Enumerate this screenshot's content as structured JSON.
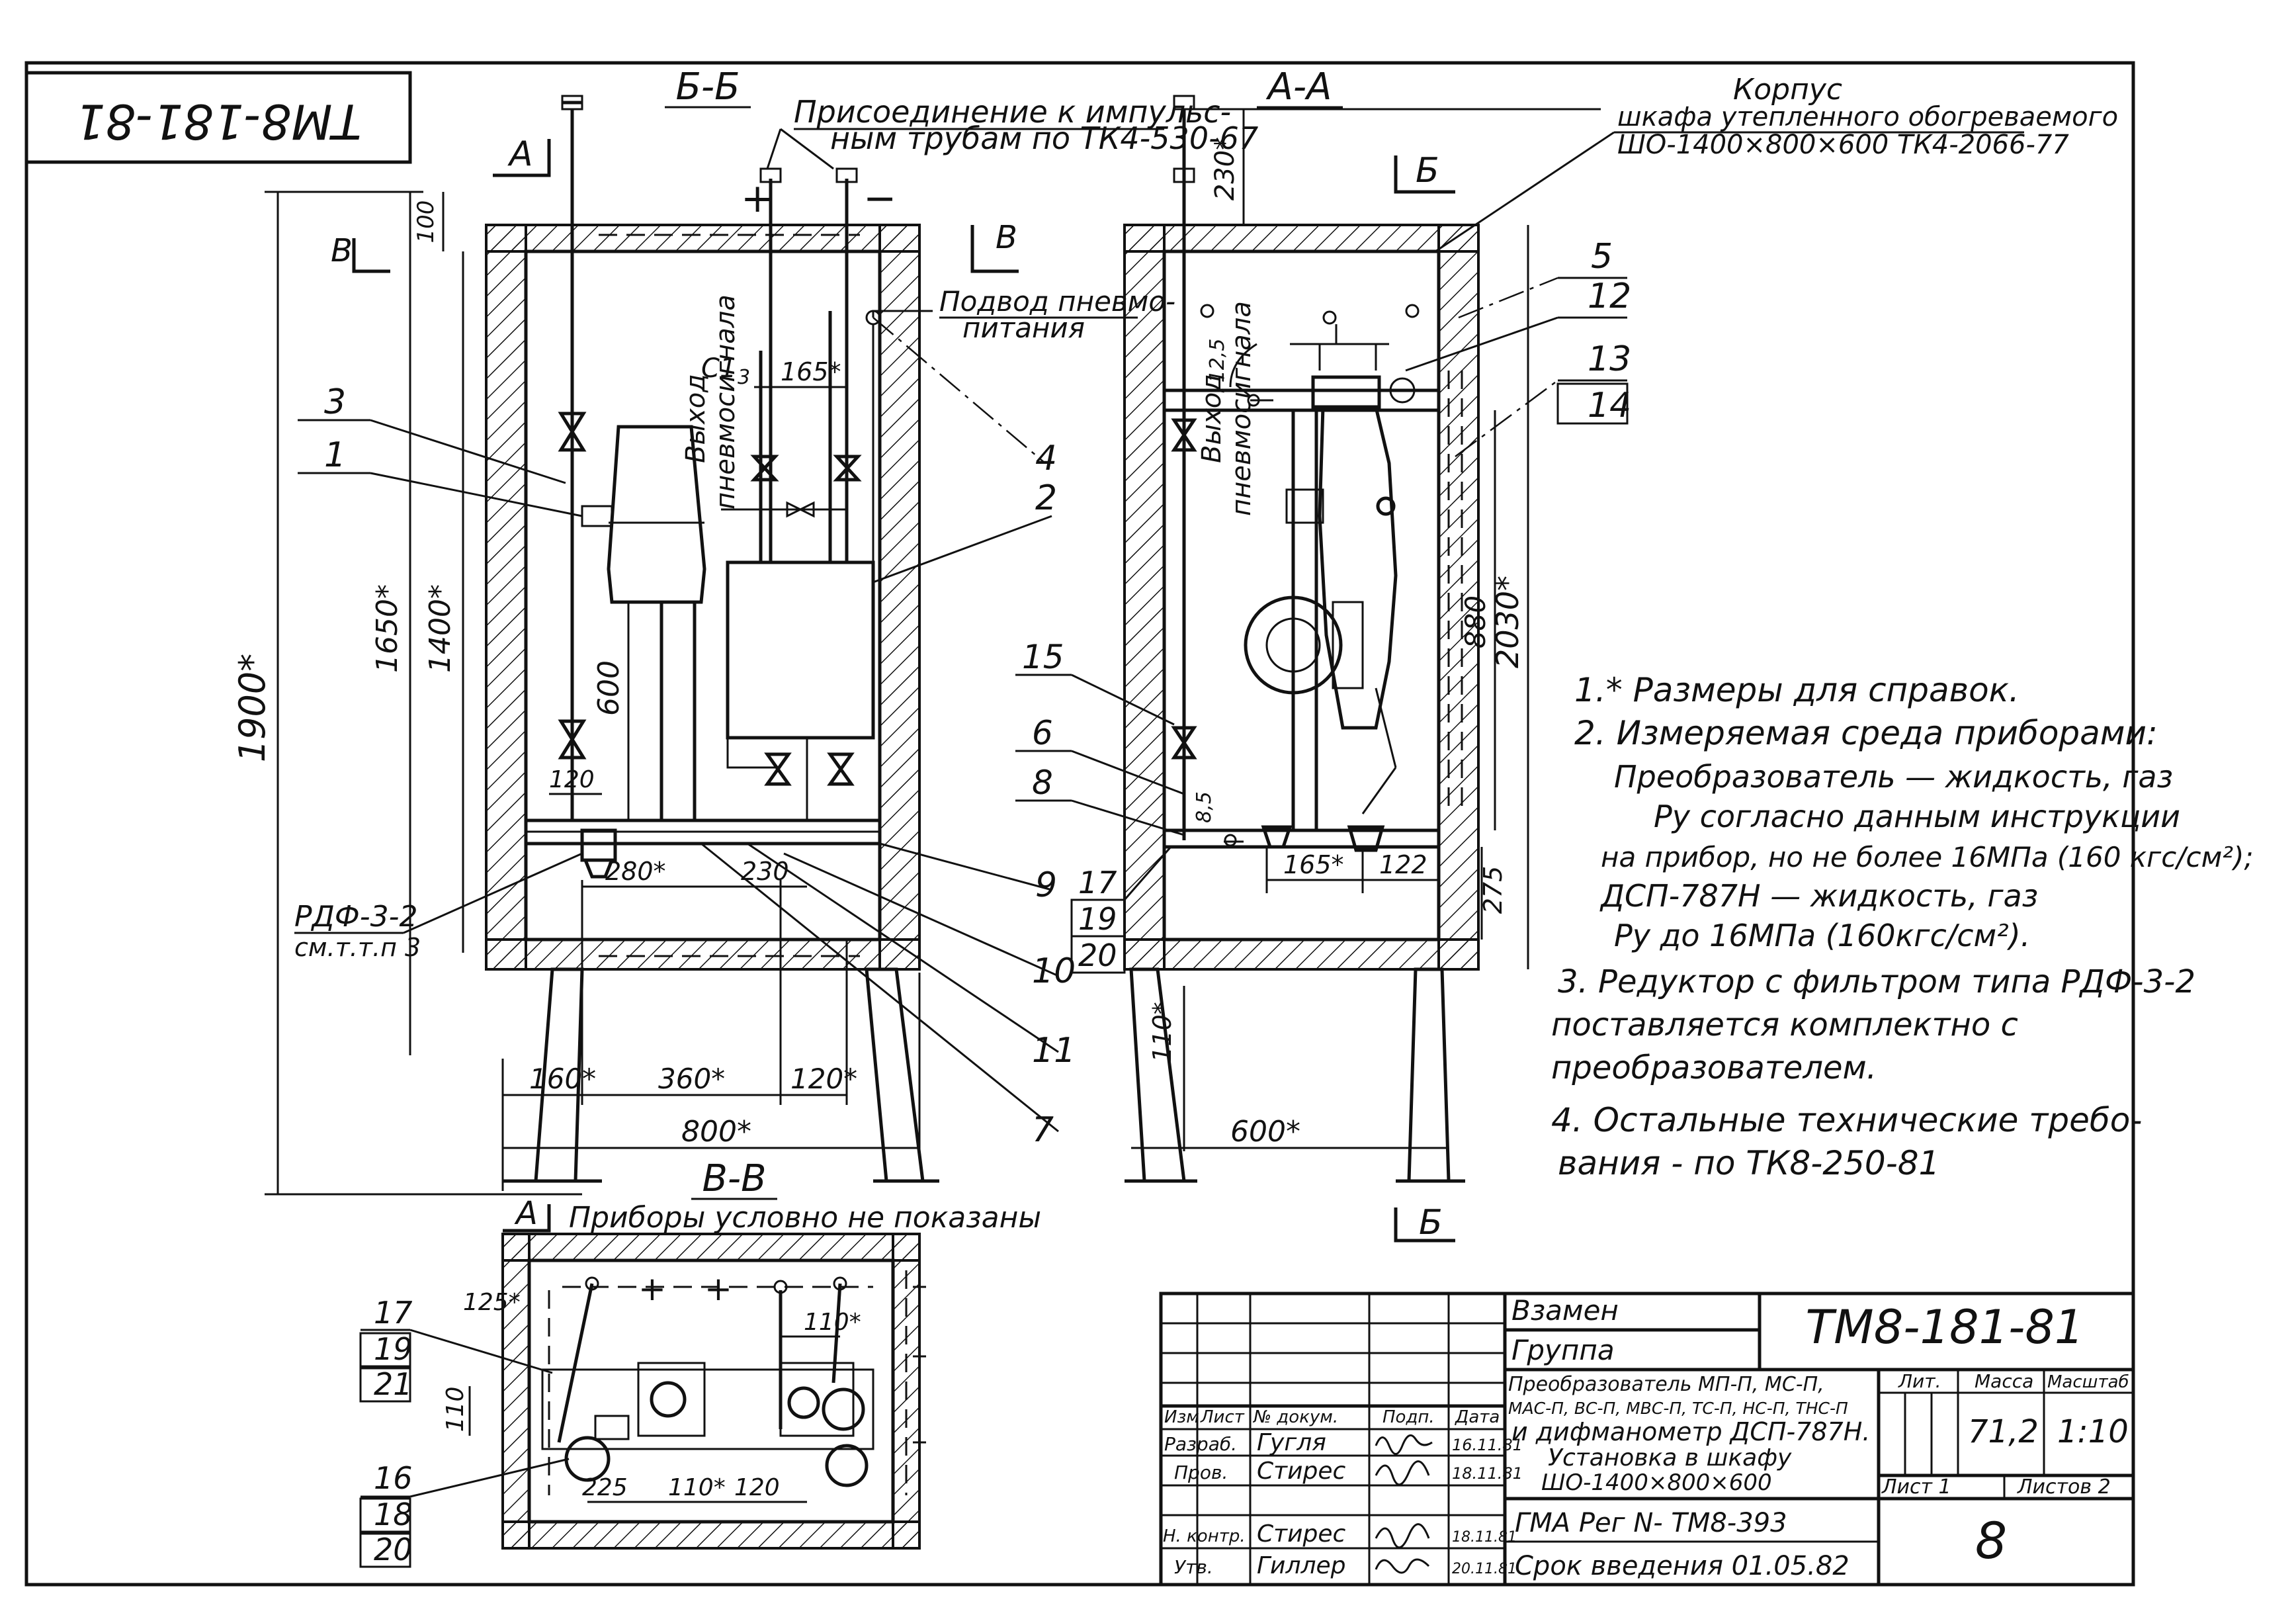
{
  "doc_code": "ТМ8-181-81",
  "doc_code_inverted": "ТМ8-181-81",
  "views": {
    "bb": {
      "title": "Б-Б",
      "connection_note_1": "Присоединение к импульс-",
      "connection_note_2": "ным трубам по ТК4-530-67",
      "plus": "+",
      "minus": "−",
      "air_supply_1": "Подвод пневмо-",
      "air_supply_2": "питания",
      "output_signal_1": "Выход",
      "output_signal_2": "пневмосигнала",
      "section_a": "А",
      "section_v": "В",
      "dims": {
        "d100": "100",
        "d1650": "1650*",
        "d1400": "1400*",
        "d1900": "1900*",
        "d600": "600",
        "d120": "120",
        "d165": "165*",
        "d280": "280*",
        "d230": "230",
        "d160": "160*",
        "d360": "360*",
        "d120b": "120*",
        "d800": "800*"
      },
      "c1": "С1",
      "c1_num": "3",
      "rdf_1": "РДФ-3-2",
      "rdf_2": "см.т.т.п 3",
      "leaders": [
        "3",
        "1",
        "2",
        "4",
        "9",
        "10",
        "11",
        "7"
      ]
    },
    "aa": {
      "title": "А-А",
      "cabinet_title": "Корпус",
      "cabinet_desc_1": "шкафа утепленного обогреваемого",
      "cabinet_desc_2": "ШО-1400×800×600  ТК4-2066-77",
      "section_b": "Б",
      "output_signal_1": "Выход",
      "output_signal_2": "пневмосигнала",
      "dims": {
        "d230": "230*",
        "d125": "12,5",
        "d880": "880",
        "d2030": "2030*",
        "d85": "8,5",
        "d165": "165*",
        "d122": "122",
        "d275": "275",
        "d110": "110*",
        "d600": "600*"
      },
      "leaders_left": [
        "15",
        "6",
        "8",
        "17",
        "19",
        "20"
      ],
      "leaders_right": [
        "5",
        "12",
        "13",
        "14"
      ]
    },
    "vv": {
      "title": "В-В",
      "note": "Приборы условно не показаны",
      "section_a": "А",
      "dims": {
        "d125": "125*",
        "d110": "110",
        "d110b": "110*",
        "d225": "225",
        "d110c": "110*",
        "d120": "120"
      },
      "leaders": [
        "17",
        "19",
        "21",
        "16",
        "18",
        "20"
      ]
    }
  },
  "notes": [
    "1.* Размеры для справок.",
    "2. Измеряемая среда приборами:",
    "Преобразователь — жидкость, газ",
    "Ру согласно данным инструкции",
    "на прибор, но не более 16МПа (160 кгс/см²);",
    "ДСП-787Н — жидкость, газ",
    "Ру до 16МПа (160кгс/см²).",
    "3. Редуктор с фильтром типа РДФ-3-2",
    "поставляется комплектно с",
    "преобразователем.",
    "4. Остальные технические требо-",
    "вания - по ТК8-250-81"
  ],
  "title_block": {
    "vzamen": "Взамен",
    "gruppa": "Группа",
    "code": "ТМ8-181-81",
    "name_1": "Преобразователь МП-П, МС-П,",
    "name_2": "МАС-П, ВС-П, МВС-П, ТС-П, НС-П, ТНС-П",
    "name_3": "и дифманометр ДСП-787Н.",
    "name_4": "Установка в шкафу",
    "name_5": "ШО-1400×800×600",
    "col_izm": "Изм",
    "col_list": "Лист",
    "col_doc": "№ докум.",
    "col_sign": "Подп.",
    "col_date": "Дата",
    "role_razrab": "Разраб.",
    "name_razrab": "Гугля",
    "date_razrab": "16.11.81",
    "role_prov": "Пров.",
    "name_prov": "Стирес",
    "date_prov": "18.11.81",
    "role_nkontr": "Н. контр.",
    "name_nkontr": "Стирес",
    "date_nkontr": "18.11.81",
    "role_utv": "Утв.",
    "name_utv": "Гиллер",
    "date_utv": "20.11.81",
    "lit": "Лит.",
    "massa": "Масса",
    "massa_val": "71,2",
    "masshtab": "Масштаб",
    "masshtab_val": "1:10",
    "list_label": "Лист 1",
    "listov_label": "Листов 2",
    "gma": "ГМА Рег N- ТМ8-393",
    "srok": "Срок введения 01.05.82",
    "sheet_no": "8"
  }
}
